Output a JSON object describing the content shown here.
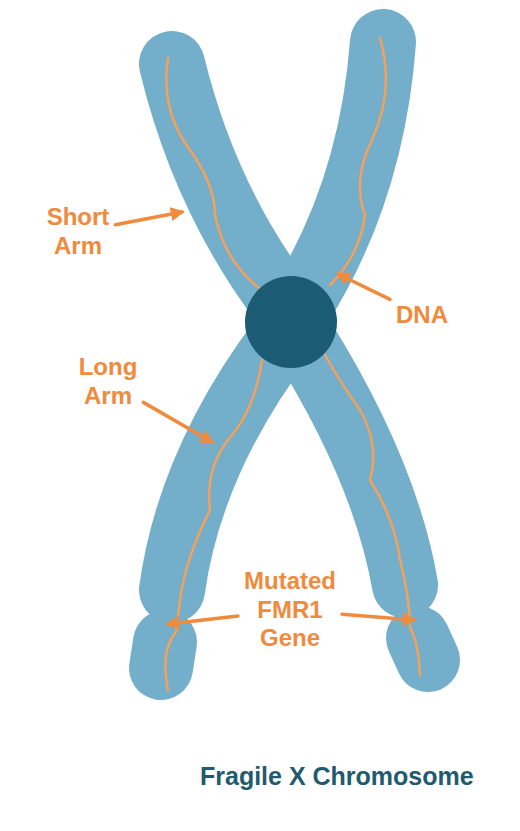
{
  "diagram": {
    "caption": "Fragile X Chromosome",
    "labels": [
      "Short Arm",
      "DNA",
      "Long Arm",
      "Mutated FMR1 Gene"
    ]
  }
}
